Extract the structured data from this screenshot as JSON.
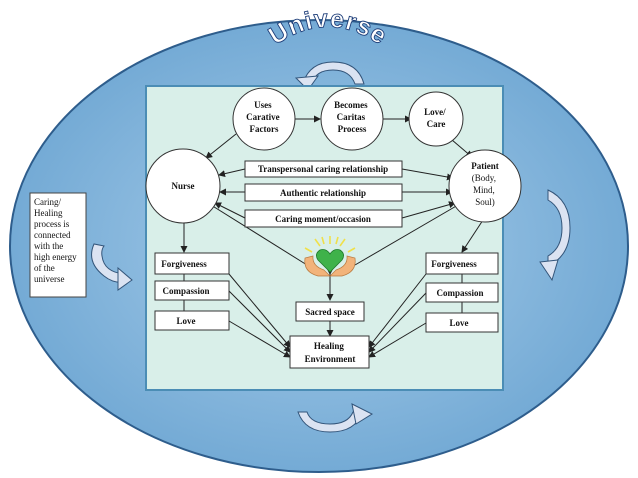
{
  "title": "Universe",
  "side_note": [
    "Caring/",
    "Healing",
    "process is",
    "connected",
    "with the",
    "high energy",
    "of the",
    "universe"
  ],
  "nodes": {
    "uses_carative": [
      "Uses",
      "Carative",
      "Factors"
    ],
    "becomes_caritas": [
      "Becomes",
      "Caritas",
      "Process"
    ],
    "love_care": [
      "Love/",
      "Care"
    ],
    "nurse": [
      "Nurse"
    ],
    "patient": [
      "Patient",
      "(Body,",
      "Mind,",
      "Soul)"
    ],
    "transpersonal": "Transpersonal caring relationship",
    "authentic": "Authentic relationship",
    "caring_moment": "Caring moment/occasion",
    "sacred_space": "Sacred space",
    "healing_env": [
      "Healing",
      "Environment"
    ],
    "left_forgiveness": "Forgiveness",
    "left_compassion": "Compassion",
    "left_love": "Love",
    "right_forgiveness": "Forgiveness",
    "right_compassion": "Compassion",
    "right_love": "Love"
  },
  "colors": {
    "background": "#ffffff",
    "ellipse_fill": "#7fb3d8",
    "ellipse_stroke": "#2e5d8c",
    "panel_fill": "#d9efe9",
    "panel_stroke": "#4b8db5",
    "title_stroke": "#1f3f7a",
    "heart": "#3fb24a",
    "hands": "#f2b37a",
    "rays": "#f0e04a",
    "curl_arrow": "#dbe3f2"
  }
}
